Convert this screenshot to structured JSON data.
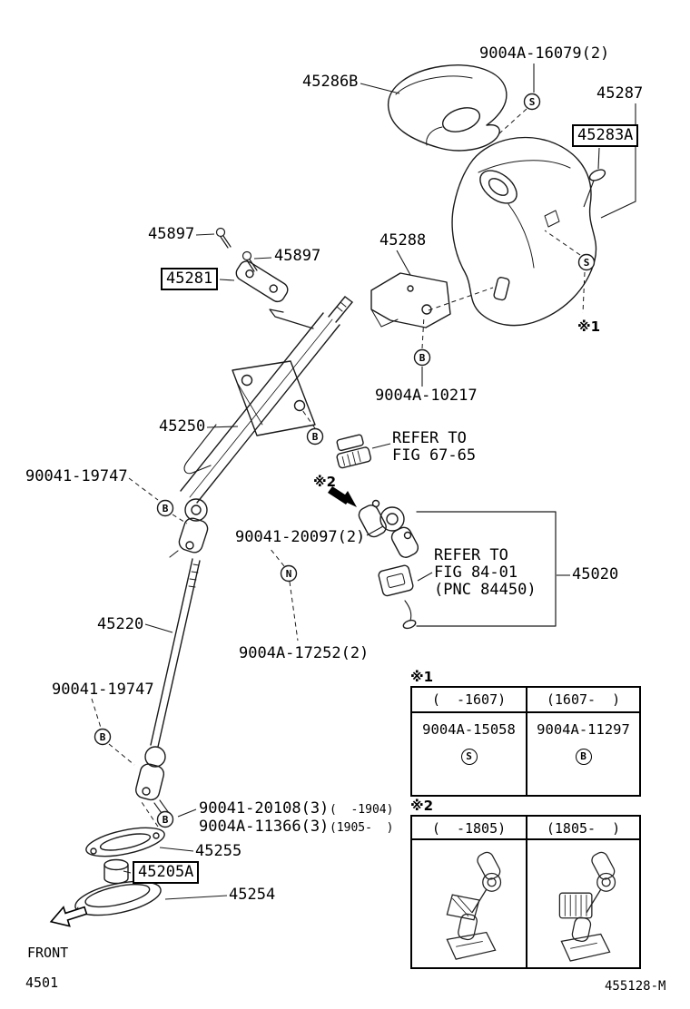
{
  "page": {
    "front_label": "FRONT",
    "page_code": "4501",
    "figure_code": "455128-M"
  },
  "markers": {
    "s": "S",
    "b": "B",
    "n": "N"
  },
  "labels": {
    "bolt_16079": "9004A-16079(2)",
    "cover_upper": "45286B",
    "cover_lower": "45287",
    "ring": "45283A",
    "screw_a": "45897",
    "screw_b": "45897",
    "plate": "45281",
    "bracket": "45288",
    "note1": "※1",
    "bolt_10217": "9004A-10217",
    "column": "45250",
    "refer1_l1": "REFER TO",
    "refer1_l2": "FIG 67-65",
    "bolt_19747_a": "90041-19747",
    "note2": "※2",
    "bolt_20097": "90041-20097(2)",
    "refer2_l1": "REFER TO",
    "refer2_l2": "FIG 84-01",
    "refer2_l3": "(PNC 84450)",
    "sensor": "45020",
    "shaft": "45220",
    "bolt_17252": "9004A-17252(2)",
    "bolt_19747_b": "90041-19747",
    "bolt_20108": "90041-20108(3)",
    "bolt_20108_range": "(  -1904)",
    "bolt_11366": "9004A-11366(3)",
    "bolt_11366_range": "(1905-  )",
    "seal": "45255",
    "spacer": "45205A",
    "cover_hole": "45254"
  },
  "table1": {
    "title": "※1",
    "col1": "(  -1607)",
    "col2": "(1607-  )",
    "cell1": "9004A-15058",
    "cell2": "9004A-11297",
    "marker1": "S",
    "marker2": "B"
  },
  "table2": {
    "title": "※2",
    "col1": "(  -1805)",
    "col2": "(1805-  )"
  }
}
